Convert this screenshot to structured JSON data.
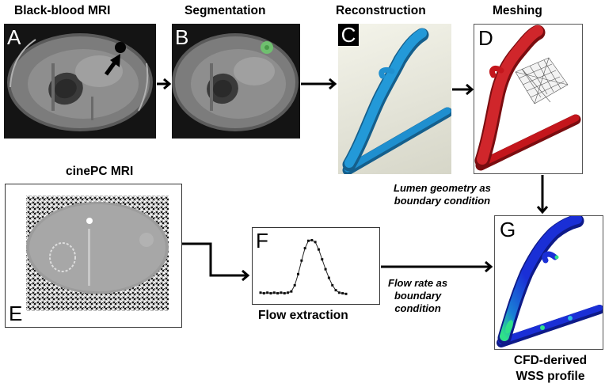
{
  "panels": {
    "A": {
      "letter": "A",
      "title": "Black-blood MRI"
    },
    "B": {
      "letter": "B",
      "title": "Segmentation"
    },
    "C": {
      "letter": "C",
      "title": "Reconstruction"
    },
    "D": {
      "letter": "D",
      "title": "Meshing"
    },
    "E": {
      "letter": "E",
      "title": "cinePC MRI"
    },
    "F": {
      "letter": "F",
      "title": "Flow extraction"
    },
    "G": {
      "letter": "G",
      "title_line1": "CFD-derived",
      "title_line2": "WSS profile"
    }
  },
  "annotations": {
    "lumen_line1": "Lumen geometry as",
    "lumen_line2": "boundary condition",
    "flow_line1": "Flow rate as",
    "flow_line2": "boundary",
    "flow_line3": "condition"
  },
  "colors": {
    "vessel_blue": "#1f8fcf",
    "mesh_red": "#c4161c",
    "wss_blue": "#1a2fd6",
    "wss_green": "#2fe08a",
    "seg_green": "#6fbf6f"
  },
  "chart_data": {
    "type": "line",
    "title": "",
    "xlabel": "",
    "ylabel": "",
    "x": [
      0,
      1,
      2,
      3,
      4,
      5,
      6,
      7,
      8,
      9,
      10,
      11,
      12,
      13,
      14,
      15,
      16,
      17,
      18,
      19,
      20,
      21,
      22,
      23,
      24,
      25
    ],
    "values": [
      0.08,
      0.07,
      0.08,
      0.07,
      0.08,
      0.07,
      0.08,
      0.07,
      0.08,
      0.1,
      0.2,
      0.38,
      0.6,
      0.8,
      0.92,
      0.93,
      0.9,
      0.78,
      0.62,
      0.46,
      0.32,
      0.2,
      0.12,
      0.08,
      0.07,
      0.06
    ],
    "ylim": [
      0,
      1
    ]
  }
}
